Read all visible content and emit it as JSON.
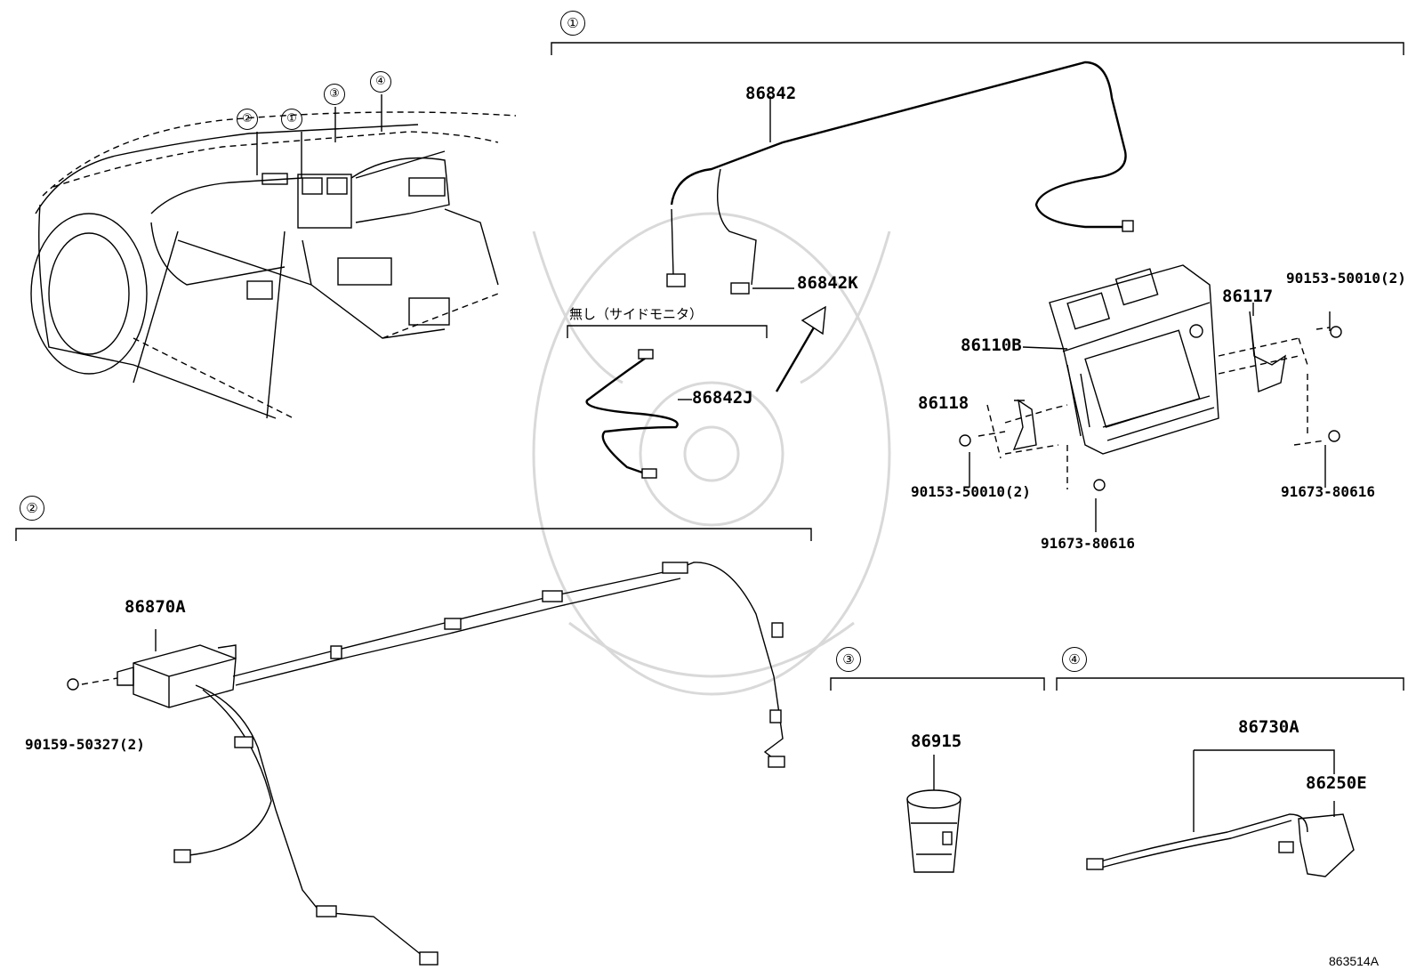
{
  "diagram_code": "863514A",
  "groups": [
    {
      "marker": "①",
      "title": "1"
    },
    {
      "marker": "②",
      "title": "2"
    },
    {
      "marker": "③",
      "title": "3"
    },
    {
      "marker": "④",
      "title": "4"
    }
  ],
  "overview_markers": [
    "②",
    "①",
    "③",
    "④"
  ],
  "parts": {
    "p86842": "86842",
    "p86842K": "86842K",
    "p86842J": "86842J",
    "no_side_monitor": "無し（サイドモニタ）",
    "p86110B": "86110B",
    "p86117": "86117",
    "p86118": "86118",
    "p90153_a": "90153-50010(2)",
    "p90153_b": "90153-50010(2)",
    "p91673_a": "91673-80616",
    "p91673_b": "91673-80616",
    "p86870A": "86870A",
    "p90159": "90159-50327(2)",
    "p86915": "86915",
    "p86730A": "86730A",
    "p86250E": "86250E"
  }
}
